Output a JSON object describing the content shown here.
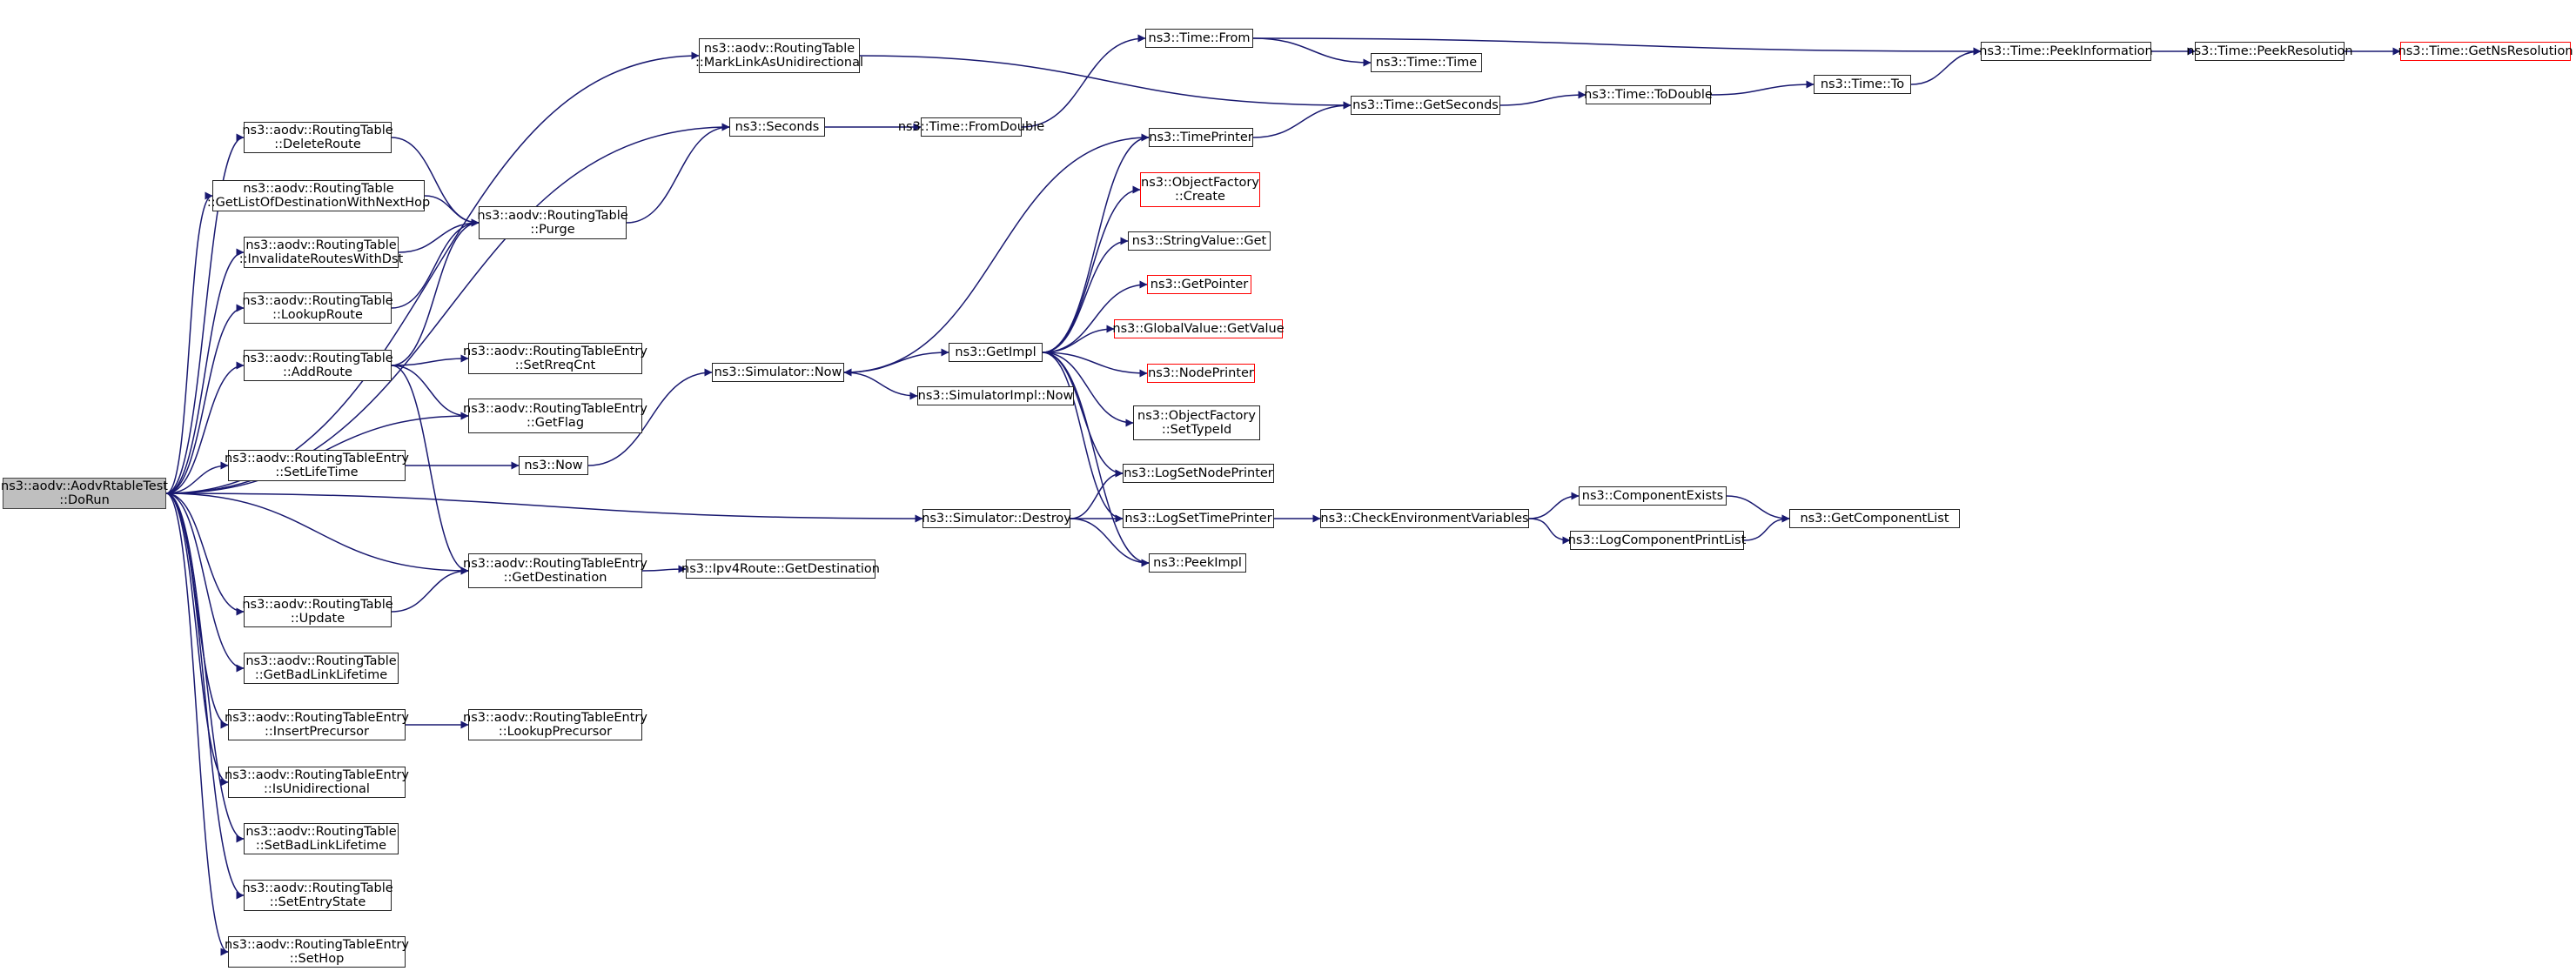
{
  "graph": {
    "title": "",
    "nodes": [
      {
        "id": "root",
        "lines": [
          "ns3::aodv::AodvRtableTest",
          "::DoRun"
        ],
        "style": "root"
      },
      {
        "id": "mark",
        "lines": [
          "ns3::aodv::RoutingTable",
          "::MarkLinkAsUnidirectional"
        ]
      },
      {
        "id": "seconds",
        "lines": [
          "ns3::Seconds"
        ]
      },
      {
        "id": "delroute",
        "lines": [
          "ns3::aodv::RoutingTable",
          "::DeleteRoute"
        ]
      },
      {
        "id": "getlist",
        "lines": [
          "ns3::aodv::RoutingTable",
          "::GetListOfDestinationWithNextHop"
        ]
      },
      {
        "id": "invalidate",
        "lines": [
          "ns3::aodv::RoutingTable",
          "::InvalidateRoutesWithDst"
        ]
      },
      {
        "id": "lookup",
        "lines": [
          "ns3::aodv::RoutingTable",
          "::LookupRoute"
        ]
      },
      {
        "id": "addroute",
        "lines": [
          "ns3::aodv::RoutingTable",
          "::AddRoute"
        ]
      },
      {
        "id": "setlife",
        "lines": [
          "ns3::aodv::RoutingTableEntry",
          "::SetLifeTime"
        ]
      },
      {
        "id": "update",
        "lines": [
          "ns3::aodv::RoutingTable",
          "::Update"
        ]
      },
      {
        "id": "getbad",
        "lines": [
          "ns3::aodv::RoutingTable",
          "::GetBadLinkLifetime"
        ]
      },
      {
        "id": "insertprec",
        "lines": [
          "ns3::aodv::RoutingTableEntry",
          "::InsertPrecursor"
        ]
      },
      {
        "id": "isuni",
        "lines": [
          "ns3::aodv::RoutingTableEntry",
          "::IsUnidirectional"
        ]
      },
      {
        "id": "setbad",
        "lines": [
          "ns3::aodv::RoutingTable",
          "::SetBadLinkLifetime"
        ]
      },
      {
        "id": "setentry",
        "lines": [
          "ns3::aodv::RoutingTable",
          "::SetEntryState"
        ]
      },
      {
        "id": "sethop",
        "lines": [
          "ns3::aodv::RoutingTableEntry",
          "::SetHop"
        ]
      },
      {
        "id": "purge",
        "lines": [
          "ns3::aodv::RoutingTable",
          "::Purge"
        ]
      },
      {
        "id": "setreq",
        "lines": [
          "ns3::aodv::RoutingTableEntry",
          "::SetRreqCnt"
        ]
      },
      {
        "id": "getflag",
        "lines": [
          "ns3::aodv::RoutingTableEntry",
          "::GetFlag"
        ]
      },
      {
        "id": "now",
        "lines": [
          "ns3::Now"
        ]
      },
      {
        "id": "getdest",
        "lines": [
          "ns3::aodv::RoutingTableEntry",
          "::GetDestination"
        ]
      },
      {
        "id": "lookupprec",
        "lines": [
          "ns3::aodv::RoutingTableEntry",
          "::LookupPrecursor"
        ]
      },
      {
        "id": "ipv4dest",
        "lines": [
          "ns3::Ipv4Route::GetDestination"
        ]
      },
      {
        "id": "simnow",
        "lines": [
          "ns3::Simulator::Now"
        ]
      },
      {
        "id": "fromdouble",
        "lines": [
          "ns3::Time::FromDouble"
        ]
      },
      {
        "id": "from",
        "lines": [
          "ns3::Time::From"
        ]
      },
      {
        "id": "timetime",
        "lines": [
          "ns3::Time::Time"
        ]
      },
      {
        "id": "getimpl",
        "lines": [
          "ns3::GetImpl"
        ]
      },
      {
        "id": "simimplnow",
        "lines": [
          "ns3::SimulatorImpl::Now"
        ]
      },
      {
        "id": "destroy",
        "lines": [
          "ns3::Simulator::Destroy"
        ]
      },
      {
        "id": "timeprinter",
        "lines": [
          "ns3::TimePrinter"
        ]
      },
      {
        "id": "ofcreate",
        "lines": [
          "ns3::ObjectFactory",
          "::Create"
        ],
        "style": "red"
      },
      {
        "id": "svget",
        "lines": [
          "ns3::StringValue::Get"
        ]
      },
      {
        "id": "getpointer",
        "lines": [
          "ns3::GetPointer"
        ],
        "style": "red"
      },
      {
        "id": "gvget",
        "lines": [
          "ns3::GlobalValue::GetValue"
        ],
        "style": "red"
      },
      {
        "id": "nodeprinter",
        "lines": [
          "ns3::NodePrinter"
        ],
        "style": "red"
      },
      {
        "id": "oftypeid",
        "lines": [
          "ns3::ObjectFactory",
          "::SetTypeId"
        ]
      },
      {
        "id": "lognode",
        "lines": [
          "ns3::LogSetNodePrinter"
        ]
      },
      {
        "id": "logtime",
        "lines": [
          "ns3::LogSetTimePrinter"
        ]
      },
      {
        "id": "peekimpl",
        "lines": [
          "ns3::PeekImpl"
        ]
      },
      {
        "id": "getseconds",
        "lines": [
          "ns3::Time::GetSeconds"
        ]
      },
      {
        "id": "checkenv",
        "lines": [
          "ns3::CheckEnvironmentVariables"
        ]
      },
      {
        "id": "todouble",
        "lines": [
          "ns3::Time::ToDouble"
        ]
      },
      {
        "id": "compexists",
        "lines": [
          "ns3::ComponentExists"
        ]
      },
      {
        "id": "logcompprint",
        "lines": [
          "ns3::LogComponentPrintList"
        ]
      },
      {
        "id": "timeto",
        "lines": [
          "ns3::Time::To"
        ]
      },
      {
        "id": "getcomplist",
        "lines": [
          "ns3::GetComponentList"
        ]
      },
      {
        "id": "peekinfo",
        "lines": [
          "ns3::Time::PeekInformation"
        ]
      },
      {
        "id": "peekres",
        "lines": [
          "ns3::Time::PeekResolution"
        ]
      },
      {
        "id": "getnsres",
        "lines": [
          "ns3::Time::GetNsResolution"
        ],
        "style": "red"
      }
    ],
    "edges": [
      [
        "root",
        "mark"
      ],
      [
        "root",
        "seconds"
      ],
      [
        "root",
        "delroute"
      ],
      [
        "root",
        "getlist"
      ],
      [
        "root",
        "invalidate"
      ],
      [
        "root",
        "lookup"
      ],
      [
        "root",
        "addroute"
      ],
      [
        "root",
        "getflag"
      ],
      [
        "root",
        "setlife"
      ],
      [
        "root",
        "destroy"
      ],
      [
        "root",
        "getdest"
      ],
      [
        "root",
        "update"
      ],
      [
        "root",
        "getbad"
      ],
      [
        "root",
        "insertprec"
      ],
      [
        "root",
        "isuni"
      ],
      [
        "root",
        "setbad"
      ],
      [
        "root",
        "setentry"
      ],
      [
        "root",
        "sethop"
      ],
      [
        "mark",
        "getseconds"
      ],
      [
        "seconds",
        "fromdouble"
      ],
      [
        "fromdouble",
        "from"
      ],
      [
        "from",
        "timetime"
      ],
      [
        "from",
        "peekinfo"
      ],
      [
        "delroute",
        "purge"
      ],
      [
        "getlist",
        "purge"
      ],
      [
        "invalidate",
        "purge"
      ],
      [
        "lookup",
        "purge"
      ],
      [
        "addroute",
        "purge"
      ],
      [
        "purge",
        "seconds"
      ],
      [
        "addroute",
        "setreq"
      ],
      [
        "addroute",
        "getflag"
      ],
      [
        "addroute",
        "getdest"
      ],
      [
        "setlife",
        "now"
      ],
      [
        "now",
        "simnow"
      ],
      [
        "update",
        "getdest"
      ],
      [
        "getdest",
        "ipv4dest"
      ],
      [
        "insertprec",
        "lookupprec"
      ],
      [
        "simnow",
        "getimpl"
      ],
      [
        "simnow",
        "simimplnow"
      ],
      [
        "getimpl",
        "timeprinter"
      ],
      [
        "getimpl",
        "ofcreate"
      ],
      [
        "getimpl",
        "svget"
      ],
      [
        "getimpl",
        "getpointer"
      ],
      [
        "getimpl",
        "gvget"
      ],
      [
        "getimpl",
        "nodeprinter"
      ],
      [
        "getimpl",
        "oftypeid"
      ],
      [
        "getimpl",
        "lognode"
      ],
      [
        "getimpl",
        "logtime"
      ],
      [
        "getimpl",
        "peekimpl"
      ],
      [
        "timeprinter",
        "simnow"
      ],
      [
        "timeprinter",
        "getseconds"
      ],
      [
        "destroy",
        "lognode"
      ],
      [
        "destroy",
        "logtime"
      ],
      [
        "destroy",
        "peekimpl"
      ],
      [
        "logtime",
        "checkenv"
      ],
      [
        "checkenv",
        "compexists"
      ],
      [
        "checkenv",
        "logcompprint"
      ],
      [
        "compexists",
        "getcomplist"
      ],
      [
        "logcompprint",
        "getcomplist"
      ],
      [
        "getseconds",
        "todouble"
      ],
      [
        "todouble",
        "timeto"
      ],
      [
        "timeto",
        "peekinfo"
      ],
      [
        "peekinfo",
        "peekres"
      ],
      [
        "peekres",
        "getnsres"
      ]
    ]
  }
}
